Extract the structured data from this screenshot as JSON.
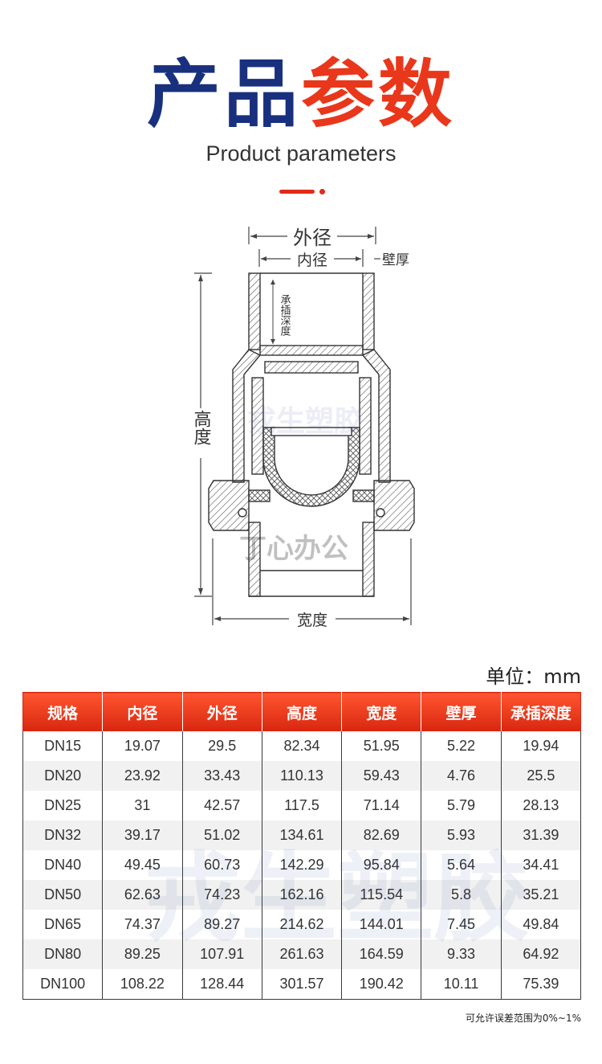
{
  "header": {
    "title_part1": "产品",
    "title_part2": "参数",
    "subtitle": "Product parameters"
  },
  "diagram": {
    "label_outer_diameter": "外径",
    "label_inner_diameter": "内径",
    "label_wall_thickness": "壁厚",
    "label_socket_depth": "承插深度",
    "label_height": "高度",
    "label_width": "宽度"
  },
  "watermarks": {
    "brand": "戎生塑胶",
    "office": "丁心办公"
  },
  "unit_label": "单位：mm",
  "table": {
    "headers": [
      "规格",
      "内径",
      "外径",
      "高度",
      "宽度",
      "壁厚",
      "承插深度"
    ],
    "rows": [
      [
        "DN15",
        "19.07",
        "29.5",
        "82.34",
        "51.95",
        "5.22",
        "19.94"
      ],
      [
        "DN20",
        "23.92",
        "33.43",
        "110.13",
        "59.43",
        "4.76",
        "25.5"
      ],
      [
        "DN25",
        "31",
        "42.57",
        "117.5",
        "71.14",
        "5.79",
        "28.13"
      ],
      [
        "DN32",
        "39.17",
        "51.02",
        "134.61",
        "82.69",
        "5.93",
        "31.39"
      ],
      [
        "DN40",
        "49.45",
        "60.73",
        "142.29",
        "95.84",
        "5.64",
        "34.41"
      ],
      [
        "DN50",
        "62.63",
        "74.23",
        "162.16",
        "115.54",
        "5.8",
        "35.21"
      ],
      [
        "DN65",
        "74.37",
        "89.27",
        "214.62",
        "144.01",
        "7.45",
        "49.84"
      ],
      [
        "DN80",
        "89.25",
        "107.91",
        "261.63",
        "164.59",
        "9.33",
        "64.92"
      ],
      [
        "DN100",
        "108.22",
        "128.44",
        "301.57",
        "190.42",
        "10.11",
        "75.39"
      ]
    ]
  },
  "tolerance_note": "可允许误差范围为0%~1%",
  "colors": {
    "title_blue": "#18307e",
    "title_red": "#e9371b",
    "header_red": "#e02b1a"
  }
}
